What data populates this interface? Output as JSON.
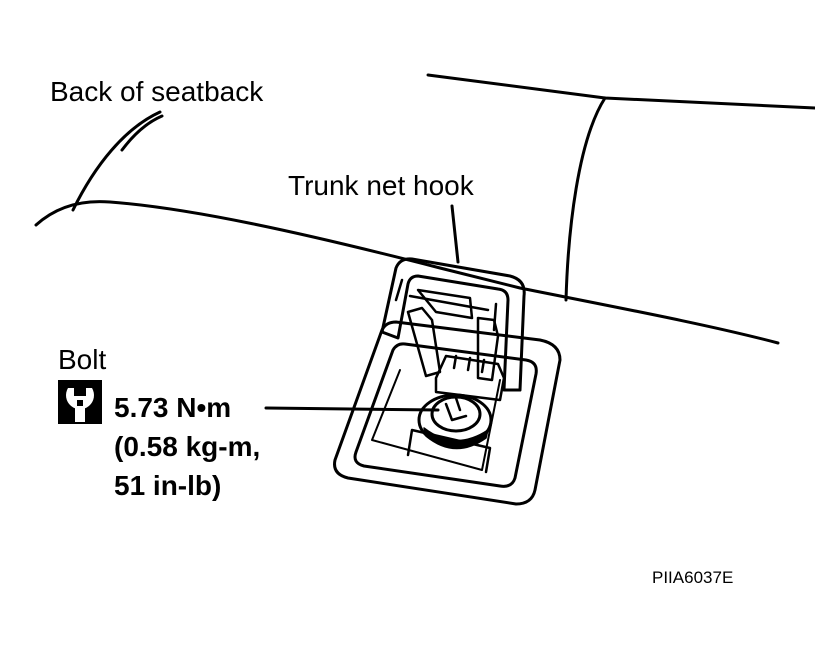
{
  "labels": {
    "seatback": "Back of seatback",
    "hook": "Trunk net hook",
    "bolt": "Bolt",
    "figure_code": "PIIA6037E"
  },
  "torque": {
    "line1": "5.73 N•m",
    "line2": "(0.58 kg-m,",
    "line3": "51 in-lb)"
  },
  "icons": {
    "torque": "torque-wrench-icon"
  },
  "colors": {
    "ink": "#000000",
    "paper": "#ffffff"
  }
}
